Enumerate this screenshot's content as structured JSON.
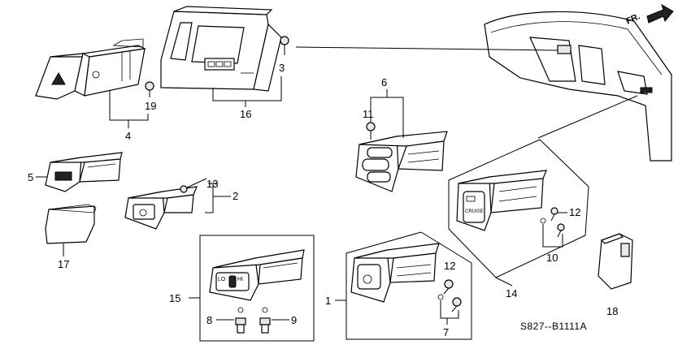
{
  "callouts": {
    "c1": "1",
    "c2": "2",
    "c3": "3",
    "c4": "4",
    "c5": "5",
    "c6": "6",
    "c7": "7",
    "c8": "8",
    "c9": "9",
    "c10": "10",
    "c11": "11",
    "c12a": "12",
    "c12b": "12",
    "c13": "13",
    "c14": "14",
    "c15": "15",
    "c16": "16",
    "c17": "17",
    "c18": "18",
    "c19": "19"
  },
  "direction_label": "FR.",
  "diagram_code": "S827--B1111A",
  "switch_markings": {
    "lo": "LO",
    "hi": "HI",
    "cruise": "CRUISE"
  }
}
